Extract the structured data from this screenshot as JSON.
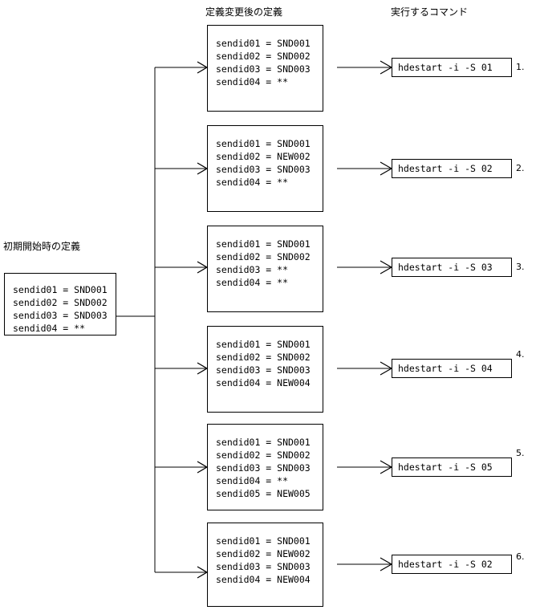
{
  "headers": {
    "middle_column": "定義変更後の定義",
    "right_column": "実行するコマンド",
    "left_label": "初期開始時の定義"
  },
  "initial_definition": {
    "lines": [
      "sendid01 = SND001",
      "sendid02 = SND002",
      "sendid03 = SND003",
      "sendid04 = **"
    ]
  },
  "rows": [
    {
      "marker": "1.",
      "definition_lines": [
        "sendid01 = SND001",
        "sendid02 = SND002",
        "sendid03 = SND003",
        "sendid04 = **"
      ],
      "command": "hdestart -i -S 01"
    },
    {
      "marker": "2.",
      "definition_lines": [
        "sendid01 = SND001",
        "sendid02 = NEW002",
        "sendid03 = SND003",
        "sendid04 = **"
      ],
      "command": "hdestart -i -S 02"
    },
    {
      "marker": "3.",
      "definition_lines": [
        "sendid01 = SND001",
        "sendid02 = SND002",
        "sendid03 = **",
        "sendid04 = **"
      ],
      "command": "hdestart -i -S 03"
    },
    {
      "marker": "4.",
      "definition_lines": [
        "sendid01 = SND001",
        "sendid02 = SND002",
        "sendid03 = SND003",
        "sendid04 = NEW004"
      ],
      "command": "hdestart -i -S 04"
    },
    {
      "marker": "5.",
      "definition_lines": [
        "sendid01 = SND001",
        "sendid02 = SND002",
        "sendid03 = SND003",
        "sendid04 = **",
        "sendid05 = NEW005"
      ],
      "command": "hdestart -i -S 05"
    },
    {
      "marker": "6.",
      "definition_lines": [
        "sendid01 = SND001",
        "sendid02 = NEW002",
        "sendid03 = SND003",
        "sendid04 = NEW004"
      ],
      "command": "hdestart -i -S 02"
    }
  ],
  "colors": {
    "stroke": "#000000",
    "background": "#ffffff"
  }
}
